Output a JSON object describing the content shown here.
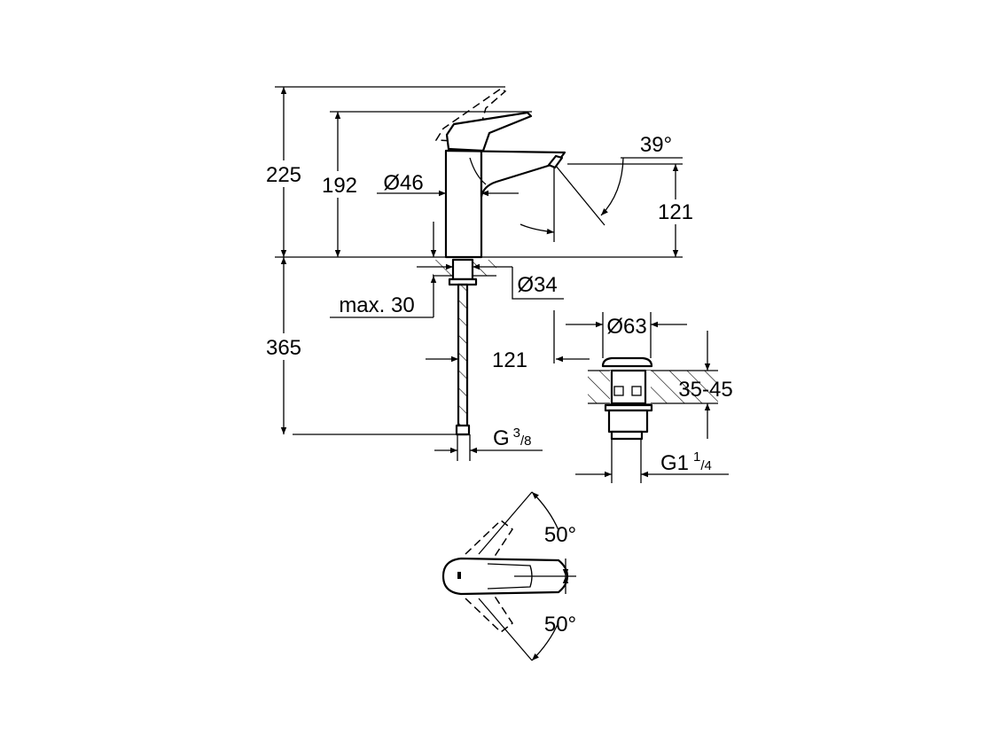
{
  "drawing": {
    "dimensions": {
      "total_height": "225",
      "handle_height": "192",
      "body_diameter": "Ø46",
      "swivel_angle": "39°",
      "spout_height": "121",
      "hole_diameter": "Ø34",
      "max_thickness": "max. 30",
      "hose_length": "365",
      "spout_reach": "121",
      "connection_g": "G",
      "connection_num": "3",
      "connection_den": "/8",
      "waste_diameter": "Ø63",
      "basin_thickness": "35-45",
      "waste_thread": "G1",
      "waste_num": "1",
      "waste_den": "/4",
      "rotation_left": "50°",
      "rotation_right": "50°"
    }
  }
}
